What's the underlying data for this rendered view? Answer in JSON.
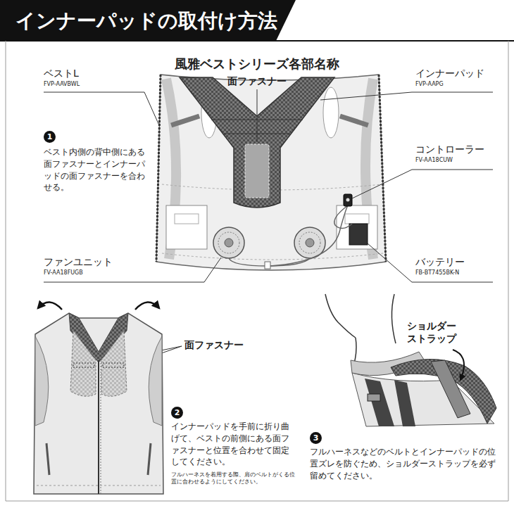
{
  "diagram": {
    "title": "インナーパッドの取付け方法",
    "labels": [
      "風雅ベストシリーズ各部名称",
      "面ファスナー",
      "ベストL",
      "FVP-AAVBWL",
      "インナーパッド",
      "FVP-AAPG",
      "1",
      "ベスト内側の背中側にある面ファスナーとインナーパッドの面ファスナーを合わせる。",
      "コントローラー",
      "FV-AA18CUW",
      "ファンユニット",
      "FV-AA18FUGB",
      "バッテリー",
      "FB-BT7455BK-N",
      "面ファスナー",
      "2",
      "インナーパッドを手前に折り曲げて、ベストの前側にある面ファスナーと位置を合わせて固定してください。",
      "フルハーネスを着用する際、肩のベルトがくる位置に合わせるようにしてください。",
      "ショルダーストラップ",
      "3",
      "フルハーネスなどのベルトとインナーパッドの位置ズレを防ぐため、ショルダーストラップを必ず留めてください。"
    ]
  }
}
